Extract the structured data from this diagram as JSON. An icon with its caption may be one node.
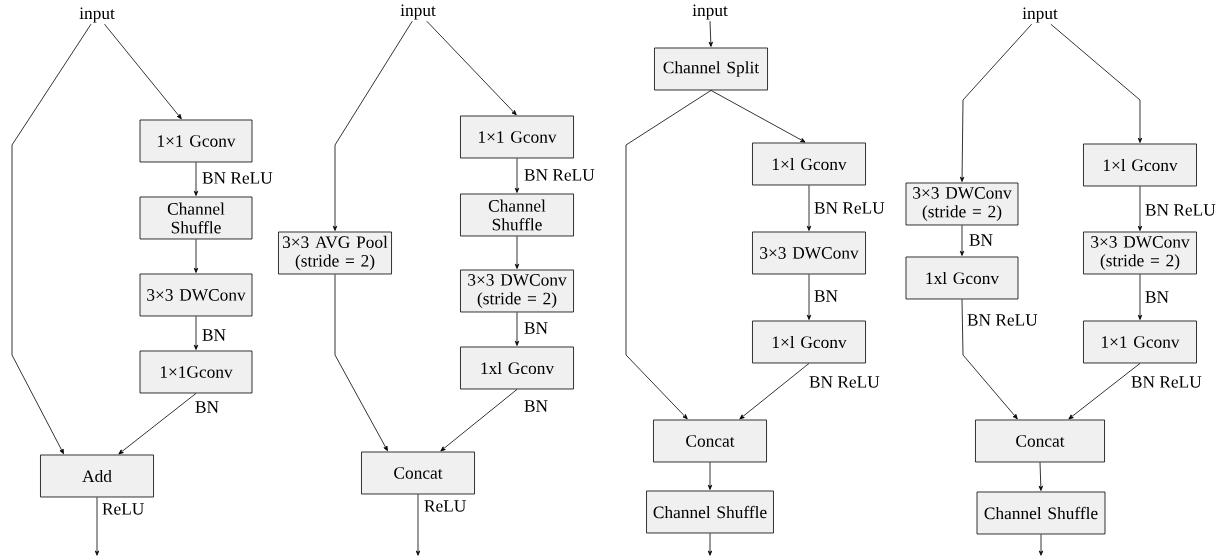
{
  "diagram": {
    "nodes": [
      {
        "text": [
          "input"
        ]
      },
      {
        "text": [
          "1×1 Gconv"
        ]
      },
      {
        "text": [
          "Channel Shuffle"
        ]
      },
      {
        "text": [
          "3×3 DWConv"
        ]
      },
      {
        "text": [
          "1×1Gconv"
        ]
      },
      {
        "text": [
          "Add"
        ]
      },
      {
        "text": [
          "input"
        ]
      },
      {
        "text": [
          "1×1 Gconv"
        ]
      },
      {
        "text": [
          "Channel Shuffle"
        ]
      },
      {
        "text": [
          "3×3 DWConv (stride = 2)"
        ]
      },
      {
        "text": [
          "1xl Gconv"
        ]
      },
      {
        "text": [
          "3×3 AVG Pool (stride = 2)"
        ]
      },
      {
        "text": [
          "Concat"
        ]
      },
      {
        "text": [
          "input"
        ]
      },
      {
        "text": [
          "Channel Split"
        ]
      },
      {
        "text": [
          "1×l Gconv"
        ]
      },
      {
        "text": [
          "3×3 DWConv"
        ]
      },
      {
        "text": [
          "1×l Gconv"
        ]
      },
      {
        "text": [
          "Concat"
        ]
      },
      {
        "text": [
          "Channel Shuffle"
        ]
      },
      {
        "text": [
          "input"
        ]
      },
      {
        "text": [
          "3×3 DWConv (stride = 2)"
        ]
      },
      {
        "text": [
          "1xl Gconv"
        ]
      },
      {
        "text": [
          "1×l Gconv"
        ]
      },
      {
        "text": [
          "3×3 DWConv (stride = 2)"
        ]
      },
      {
        "text": [
          "1×1 Gconv"
        ]
      },
      {
        "text": [
          "Concat"
        ]
      },
      {
        "text": [
          "Channel Shuffle"
        ]
      }
    ],
    "edges": [
      {
        "from": 0,
        "to": 1,
        "arrow": "to"
      },
      {
        "from": 0,
        "to": 5,
        "arrow": "to"
      },
      {
        "from": 1,
        "to": 2,
        "arrow": "to",
        "label": "BN ReLU"
      },
      {
        "from": 2,
        "to": 3,
        "arrow": "to"
      },
      {
        "from": 3,
        "to": 4,
        "arrow": "to",
        "label": "BN"
      },
      {
        "from": 4,
        "to": 5,
        "arrow": "to",
        "label": "BN"
      },
      {
        "from": 5,
        "to": null,
        "arrow": "to",
        "label": "ReLU"
      },
      {
        "from": 6,
        "to": 7,
        "arrow": "to"
      },
      {
        "from": 6,
        "to": 11,
        "arrow": "to"
      },
      {
        "from": 7,
        "to": 8,
        "arrow": "to",
        "label": "BN ReLU"
      },
      {
        "from": 8,
        "to": 9,
        "arrow": "to"
      },
      {
        "from": 9,
        "to": 10,
        "arrow": "to",
        "label": "BN"
      },
      {
        "from": 10,
        "to": 12,
        "arrow": "to",
        "label": "BN"
      },
      {
        "from": 11,
        "to": 12,
        "arrow": "to"
      },
      {
        "from": 12,
        "to": null,
        "arrow": "to",
        "label": "ReLU"
      },
      {
        "from": 13,
        "to": 14,
        "arrow": "to"
      },
      {
        "from": 14,
        "to": 15,
        "arrow": "to"
      },
      {
        "from": 14,
        "to": 18,
        "arrow": "to"
      },
      {
        "from": 15,
        "to": 16,
        "arrow": "to",
        "label": "BN ReLU"
      },
      {
        "from": 16,
        "to": 17,
        "arrow": "to",
        "label": "BN"
      },
      {
        "from": 17,
        "to": 18,
        "arrow": "to",
        "label": "BN ReLU"
      },
      {
        "from": 18,
        "to": 19,
        "arrow": "to"
      },
      {
        "from": 19,
        "to": null,
        "arrow": "to"
      },
      {
        "from": 20,
        "to": 21,
        "arrow": "to"
      },
      {
        "from": 20,
        "to": 23,
        "arrow": "to"
      },
      {
        "from": 21,
        "to": 22,
        "arrow": "to",
        "label": "BN"
      },
      {
        "from": 22,
        "to": 26,
        "arrow": "to",
        "label": "BN ReLU"
      },
      {
        "from": 23,
        "to": 24,
        "arrow": "to",
        "label": "BN ReLU"
      },
      {
        "from": 24,
        "to": 25,
        "arrow": "to",
        "label": "BN"
      },
      {
        "from": 25,
        "to": 26,
        "arrow": "to",
        "label": "BN ReLU"
      },
      {
        "from": 26,
        "to": 27,
        "arrow": "to"
      },
      {
        "from": 27,
        "to": null,
        "arrow": "to"
      }
    ]
  }
}
